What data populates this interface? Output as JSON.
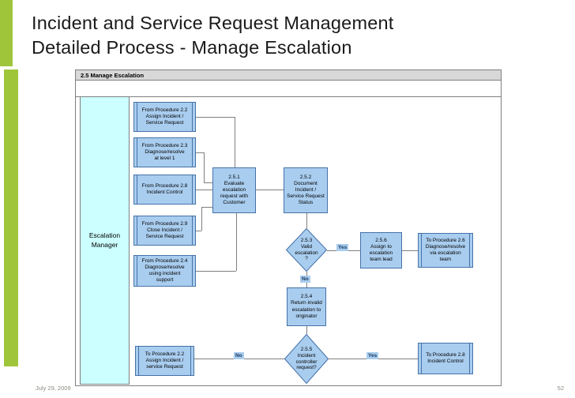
{
  "slide": {
    "title": "Incident and Service Request Management\nDetailed Process - Manage Escalation",
    "footer": {
      "date": "July 29, 2009",
      "page_number": "52"
    }
  },
  "diagram": {
    "header_title": "2.5 Manage Escalation",
    "lane_label": "Escalation\nManager",
    "nodes": {
      "from_2_2": "From Procedure 2.2\nAssign Incident /\nService Request",
      "from_2_3": "From Procedure 2.3\nDiagnose/resolve\nat level 1",
      "from_2_8": "From Procedure 2.8\nIncident Control",
      "from_2_9": "From Procedure 2.9\nClose Incident /\nService Request",
      "from_2_4": "From Procedure 2.4\nDiagnose/resolve\nusing incident\nsupport",
      "p_2_5_1": "2.5.1\nEvaluate\nescalation\nrequest with\nCustomer",
      "p_2_5_2": "2.5.2\nDocument\nIncident /\nService Request\nStatus",
      "d_2_5_3": "2.5.3\nValid\nescalation\n?",
      "p_2_5_4": "2.5.4\nReturn invalid\nescalation to\noriginator",
      "d_2_5_5": "2.5.5\nIncident\ncontroller\nrequest?",
      "p_2_5_6": "2.5.6\nAssign to\nescalation\nteam lead",
      "to_2_6": "To Procedure 2.6\nDiagnose/resolve\nvia escalation\nteam",
      "to_2_2": "To Procedure 2.2\nAssign Incident /\nservice Request",
      "to_2_8": "To Procedure 2.8\nIncident Control"
    },
    "labels": {
      "valid_yes": "Yes",
      "valid_no": "No",
      "controller_no": "No",
      "controller_yes": "Yes"
    },
    "colors": {
      "node_fill": "#A9CDEF",
      "node_border": "#4472A8",
      "lane_fill": "#CCFFFF",
      "header_fill": "#D8D8D8",
      "line": "#7F7F7F",
      "accent_green": "#9FC63B",
      "label_text": "#17365D"
    }
  }
}
